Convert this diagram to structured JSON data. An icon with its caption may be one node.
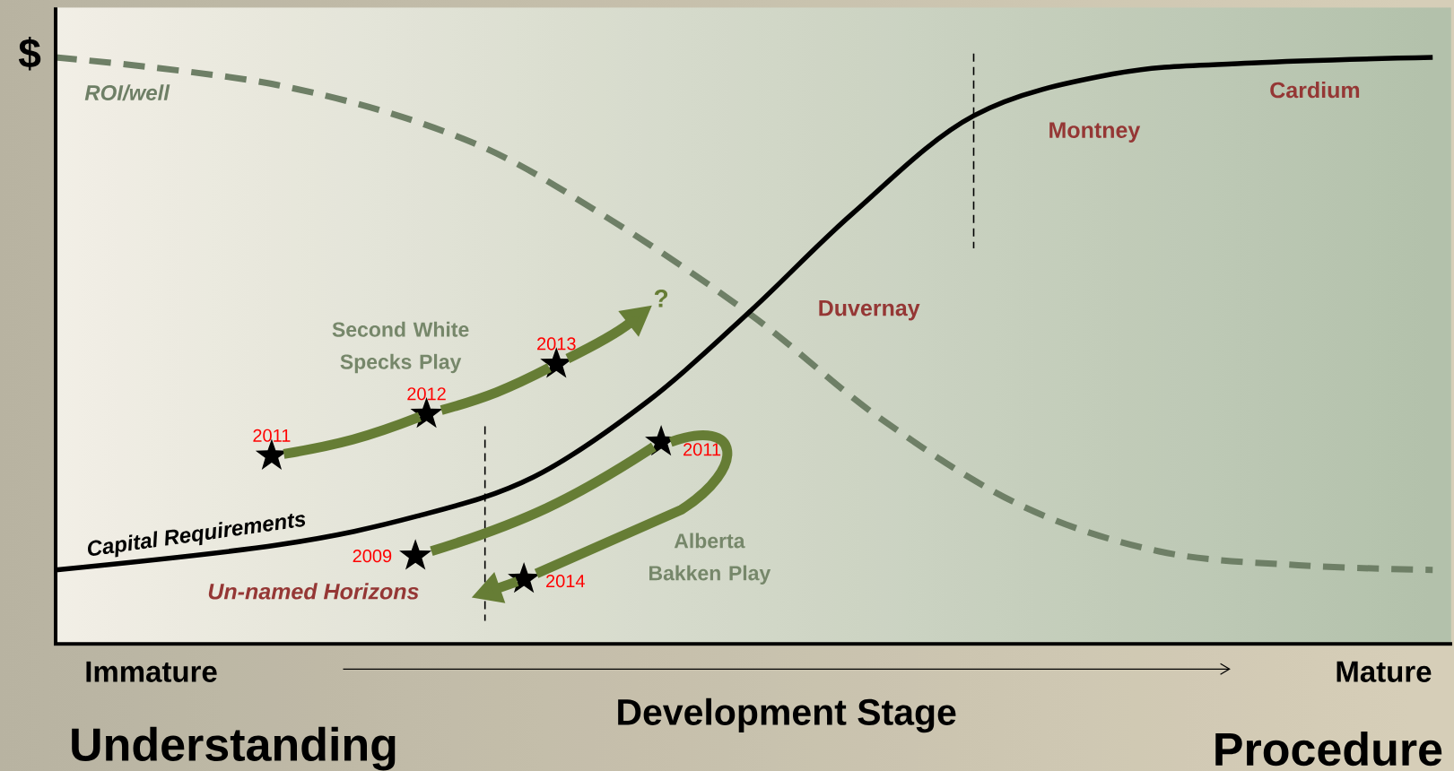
{
  "diagram": {
    "nodes": [
      {
        "text": [],
        "shape": "star",
        "beside": [
          "2011"
        ]
      },
      {
        "text": [],
        "shape": "star",
        "beside": [
          "2012"
        ]
      },
      {
        "text": [],
        "shape": "star",
        "beside": [
          "2013"
        ]
      },
      {
        "text": [
          "?"
        ]
      },
      {
        "text": [],
        "shape": "star",
        "beside": [
          "2009"
        ]
      },
      {
        "text": [],
        "shape": "star",
        "beside": [
          "2011"
        ]
      },
      {
        "text": [],
        "shape": "star",
        "beside": [
          "2014"
        ]
      }
    ],
    "edges": [
      {
        "from": 0,
        "to": 1,
        "arrow": "none"
      },
      {
        "from": 1,
        "to": 2,
        "arrow": "none"
      },
      {
        "from": 2,
        "to": 3,
        "arrow": "to"
      },
      {
        "from": 4,
        "to": 5,
        "arrow": "none"
      },
      {
        "from": 5,
        "to": 6,
        "arrow": "none"
      },
      {
        "from": 6,
        "to": null,
        "arrow": "to"
      }
    ],
    "labels": [
      "$",
      "ROI/well",
      "Cardium",
      "Montney",
      "Duvernay",
      "Second White Specks Play",
      "Capital Requirements",
      "Alberta Bakken Play",
      "Un-named Horizons",
      "Immature",
      "Mature",
      "Development Stage",
      "Understanding",
      "Procedure"
    ]
  }
}
